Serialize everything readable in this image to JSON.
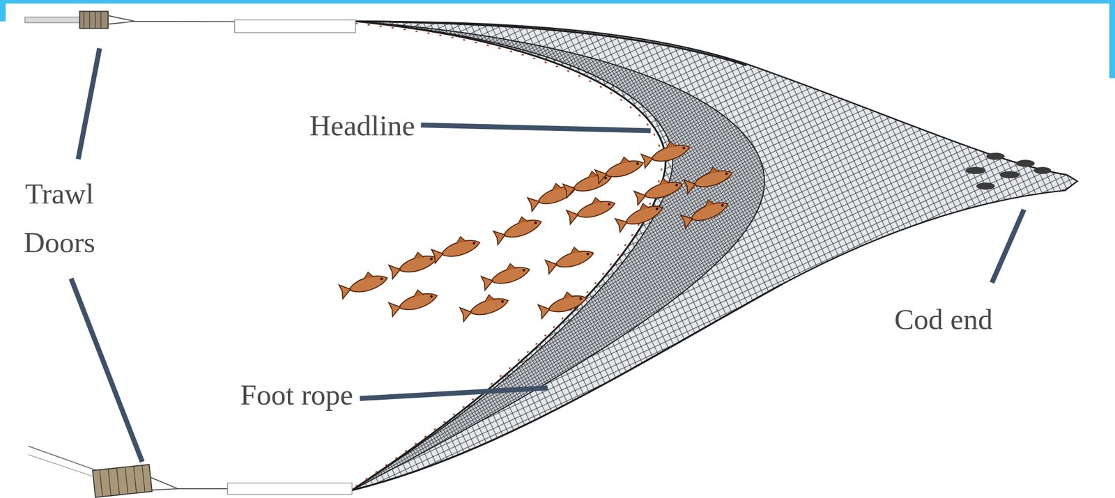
{
  "diagram": {
    "labels": [
      "Trawl Doors",
      "Headline",
      "Foot rope",
      "Cod end"
    ]
  }
}
